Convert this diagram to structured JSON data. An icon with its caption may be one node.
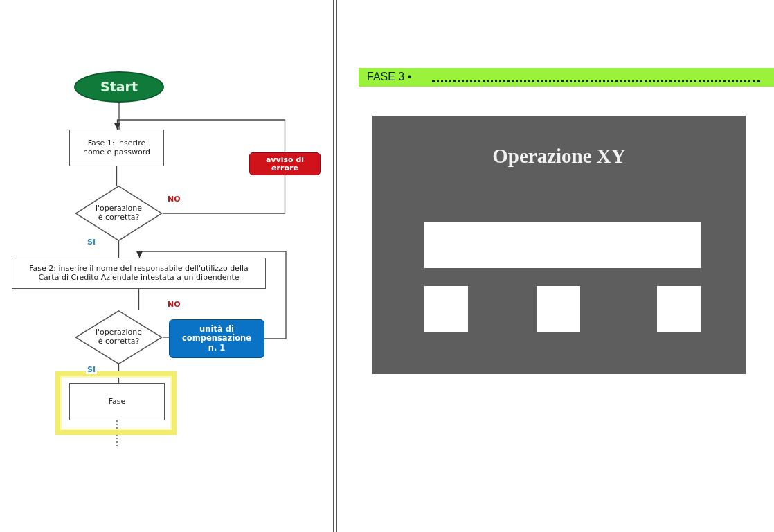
{
  "diagram": {
    "nodes": [
      {
        "text": [
          "Start"
        ]
      },
      {
        "text": [
          "Fase 1: inserire nome e password"
        ]
      },
      {
        "text": [
          "l'operazione è corretta?"
        ]
      },
      {
        "text": [
          "avviso di errore"
        ]
      },
      {
        "text": [
          "Fase 2: inserire il nome del responsabile dell'utilizzo della Carta di Credito Aziendale intestata a un dipendente"
        ]
      },
      {
        "text": [
          "l'operazione è corretta?"
        ]
      },
      {
        "text": [
          "unità di compensazione n. 1"
        ]
      },
      {
        "text": [],
        "shape": "box"
      },
      {
        "text": [
          "Fase"
        ],
        "in": 7
      },
      {
        "text": [
          "FASE 3 •"
        ]
      },
      {
        "text": [
          "Operazione XY"
        ]
      },
      {
        "text": [],
        "shape": "box",
        "in": 10
      },
      {
        "text": [],
        "shape": "box",
        "in": 10
      },
      {
        "text": [],
        "shape": "box",
        "in": 10
      },
      {
        "text": [],
        "shape": "box",
        "in": 10
      }
    ],
    "edges": [
      {
        "from": 0,
        "to": 1,
        "arrow": "none"
      },
      {
        "from": 1,
        "to": 2,
        "arrow": "none"
      },
      {
        "from": 2,
        "to": 3,
        "arrow": "none",
        "label": "NO"
      },
      {
        "from": 3,
        "to": 1,
        "arrow": "to"
      },
      {
        "from": 2,
        "to": 4,
        "arrow": "none",
        "label": "SI"
      },
      {
        "from": 4,
        "to": 5,
        "arrow": "none"
      },
      {
        "from": 5,
        "to": 6,
        "arrow": "none",
        "label": "NO"
      },
      {
        "from": 6,
        "to": 4,
        "arrow": "to"
      },
      {
        "from": 5,
        "to": 8,
        "arrow": "none",
        "label": "SI"
      },
      {
        "from": 8,
        "to": null,
        "arrow": "none",
        "style": "dashed"
      }
    ]
  }
}
